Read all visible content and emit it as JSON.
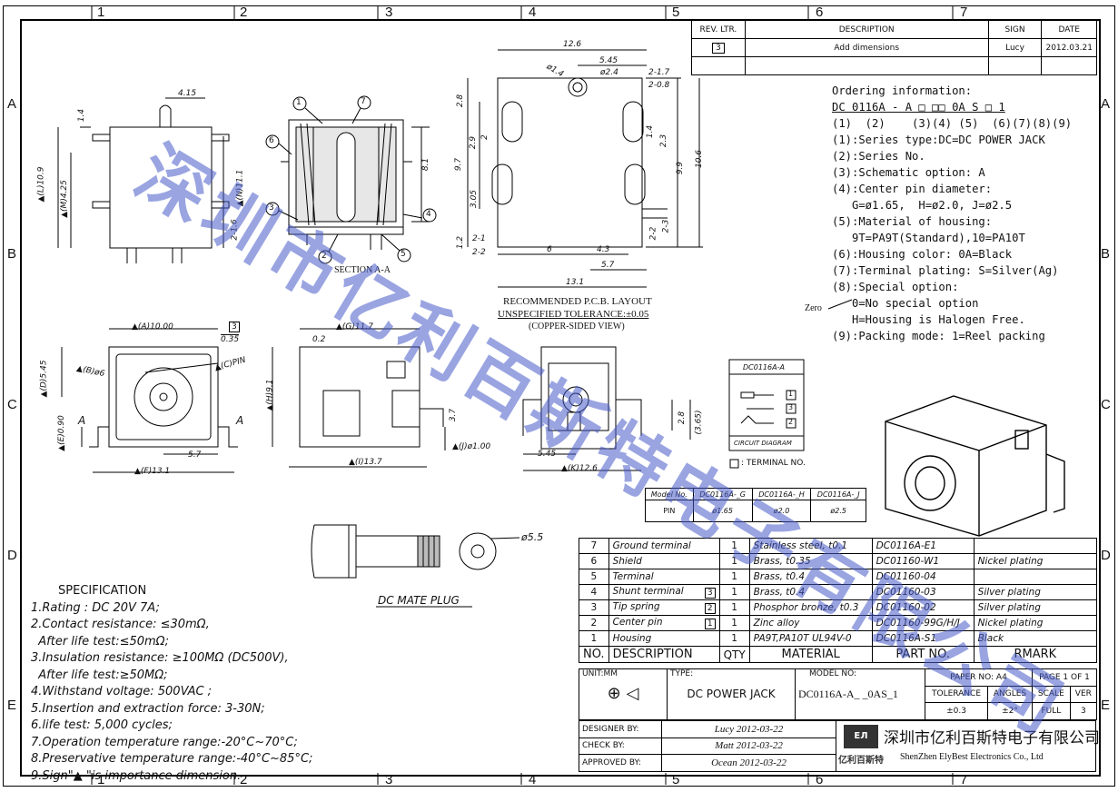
{
  "zones": {
    "columns": [
      "1",
      "2",
      "3",
      "4",
      "5",
      "6",
      "7"
    ],
    "rows": [
      "A",
      "B",
      "C",
      "D",
      "E"
    ]
  },
  "revision": {
    "headers": [
      "REV. LTR.",
      "DESCRIPTION",
      "SIGN",
      "DATE"
    ],
    "rev_ltr": "3",
    "description": "Add dimensions",
    "sign": "Lucy",
    "date": "2012.03.21"
  },
  "ordering": {
    "title": "Ordering information:",
    "code": "DC 0116A - A □ □□ 0A S □ 1",
    "index": "(1)  (2)    (3)(4) (5)  (6)(7)(8)(9)",
    "lines": [
      "(1):Series type:DC=DC POWER JACK",
      "(2):Series No.",
      "(3):Schematic option: A",
      "(4):Center pin diameter:",
      "   G=ø1.65,  H=ø2.0, J=ø2.5",
      "(5):Material of housing:",
      "   9T=PA9T(Standard),10=PA10T",
      "(6):Housing color:  0A=Black",
      "(7):Terminal plating: S=Silver(Ag)",
      "(8):Special option:",
      "   0=No special option",
      "   H=Housing is Halogen Free.",
      "(9):Packing mode:  1=Reel packing"
    ],
    "zero_label": "Zero"
  },
  "views": {
    "section_label": "SECTION A-A",
    "pcb_title": "RECOMMENDED P.C.B. LAYOUT",
    "pcb_tolerance": "UNSPECIFIED TOLERANCE:±0.05",
    "pcb_note": "(COPPER-SIDED VIEW)",
    "mate_plug": "DC MATE PLUG",
    "mate_dim": "ø5.5",
    "circuit_title": "DC0116A-A",
    "circuit_caption": "CIRCUIT DIAGRAM",
    "terminal_note": ": TERMINAL NO.",
    "circuit_pins": [
      "1",
      "3",
      "2"
    ]
  },
  "dimensions": {
    "section": [
      "4.15",
      "1.4",
      "▲(L)10.9",
      "▲(M)4.25",
      "▲(N)11.1",
      "2-1.6",
      "8.1"
    ],
    "pcb_top": [
      "12.6",
      "5.45",
      "ø1.4",
      "ø2.4",
      "2-1.7",
      "2-0.8",
      "2.8",
      "2.9",
      "2",
      "9.7",
      "3.05",
      "1.4",
      "2.3",
      "9.9",
      "10.6",
      "1.2",
      "2-1",
      "2-2",
      "6",
      "4.3",
      "5.7",
      "13.1",
      "2-2",
      "2-3"
    ],
    "front": [
      "▲(A)10.00",
      "0.35",
      "▲(B)ø6",
      "▲(C)PIN",
      "▲(D)5.45",
      "▲(E)0.90",
      "5.7",
      "▲(F)13.1",
      "A",
      "A"
    ],
    "side": [
      "▲(G)11.7",
      "0.2",
      "▲(H)9.1",
      "3.7",
      "▲(I)13.7",
      "▲(J)ø1.00"
    ],
    "pcb_bottom": [
      "2.8",
      "(3.65)",
      "5.45",
      "▲(K)12.6"
    ],
    "callouts": [
      "1",
      "7",
      "6",
      "3",
      "4",
      "2",
      "5"
    ],
    "rev_mark": "3"
  },
  "pin_table": {
    "headers": [
      "Model No.",
      "DC0116A-_G",
      "DC0116A-_H",
      "DC0116A-_J"
    ],
    "row_label": "PIN",
    "values": [
      "ø1.65",
      "ø2.0",
      "ø2.5"
    ]
  },
  "bom": {
    "rows": [
      {
        "no": "7",
        "desc": "Ground terminal",
        "box": "",
        "qty": "1",
        "material": "Stainless steel, t0.1",
        "part": "DC0116A-E1",
        "remark": ""
      },
      {
        "no": "6",
        "desc": "Shield",
        "box": "",
        "qty": "1",
        "material": "Brass, t0.35",
        "part": "DC01160-W1",
        "remark": "Nickel plating"
      },
      {
        "no": "5",
        "desc": "Terminal",
        "box": "",
        "qty": "1",
        "material": "Brass, t0.4",
        "part": "DC01160-04",
        "remark": ""
      },
      {
        "no": "4",
        "desc": "Shunt terminal",
        "box": "3",
        "qty": "1",
        "material": "Brass, t0.4",
        "part": "DC01160-03",
        "remark": "Silver plating"
      },
      {
        "no": "3",
        "desc": "Tip spring",
        "box": "2",
        "qty": "1",
        "material": "Phosphor bronze, t0.3",
        "part": "DC01160-02",
        "remark": "Silver plating"
      },
      {
        "no": "2",
        "desc": "Center pin",
        "box": "1",
        "qty": "1",
        "material": "Zinc alloy",
        "part": "DC01160-99G/H/J",
        "remark": "Nickel plating"
      },
      {
        "no": "1",
        "desc": "Housing",
        "box": "",
        "qty": "1",
        "material": "PA9T,PA10T UL94V-0",
        "part": "DC0116A-S1",
        "remark": "Black"
      }
    ],
    "header": {
      "no": "NO.",
      "desc": "DESCRIPTION",
      "qty": "QTY",
      "material": "MATERIAL",
      "part": "PART NO.",
      "remark": "RMARK"
    }
  },
  "title_block": {
    "unit_label": "UNIT:MM",
    "type_label": "TYPE:",
    "type_value": "DC POWER JACK",
    "model_label": "MODEL NO:",
    "model_value": "DC0116A-A_ _0AS_1",
    "paper_label": "PAPER NO: A4",
    "page_label": "PAGE 1 OF 1",
    "tol_headers": [
      "TOLERANCE",
      "ANGLES",
      "SCALE",
      "VER"
    ],
    "tol_values": [
      "±0.3",
      "±2°",
      "FULL",
      "3"
    ],
    "designer_label": "DESIGNER BY:",
    "designer_value": "Lucy 2012-03-22",
    "check_label": "CHECK  BY:",
    "check_value": "Matt 2012-03-22",
    "approved_label": "APPROVED BY:",
    "approved_value": "Ocean 2012-03-22",
    "company_cn": "深圳市亿利百斯特电子有限公司",
    "company_en": "ShenZhen ElyBest Electronics Co., Ltd",
    "logo_text": "亿利百斯特"
  },
  "specification": {
    "title": "SPECIFICATION",
    "lines": [
      "1.Rating : DC 20V 7A;",
      "2.Contact resistance: ≤30mΩ,",
      "  After life test:≤50mΩ;",
      "3.Insulation resistance: ≥100MΩ  (DC500V),",
      "  After life test:≥50MΩ;",
      "4.Withstand voltage: 500VAC ;",
      "5.Insertion and extraction force: 3-30N;",
      "6.life test: 5,000 cycles;",
      "7.Operation temperature range:-20°C~70°C;",
      "8.Preservative temperature range:-40°C~85°C;",
      "9.Sign\"▲  \"is importance dimension."
    ]
  },
  "watermark": "深圳市亿利百斯特电子有限公司"
}
